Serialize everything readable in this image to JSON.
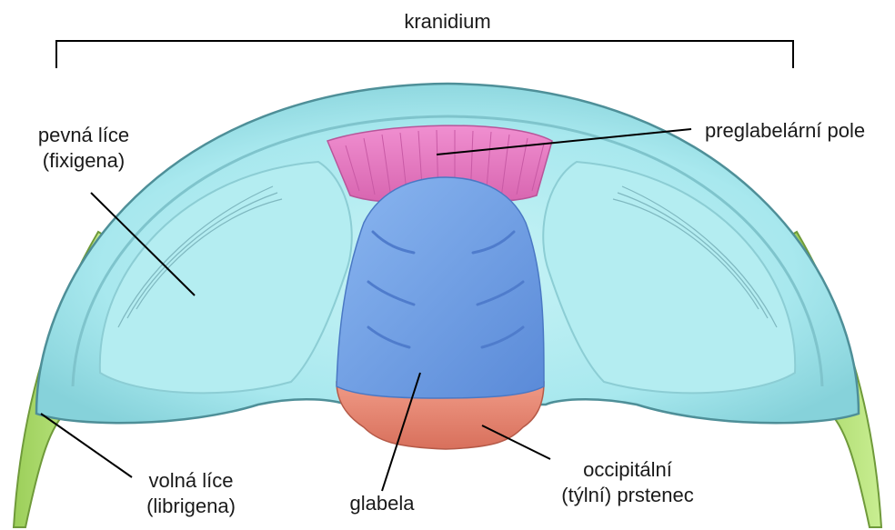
{
  "labels": {
    "kranidium": "kranidium",
    "fixigena_line1": "pevná líce",
    "fixigena_line2": "(fixigena)",
    "preglabellar": "preglabelární pole",
    "librigena_line1": "volná líce",
    "librigena_line2": "(librigena)",
    "glabela": "glabela",
    "occipital_line1": "occipitální",
    "occipital_line2": "(týlní) prstenec"
  },
  "colors": {
    "fixigena": "#a8e8ee",
    "fixigena_edge": "#6fb3bb",
    "librigena": "#b5e37a",
    "librigena_edge": "#6f9a3a",
    "preglabellar": "#e87fc4",
    "glabela": "#6f9fe8",
    "occipital": "#e88b78",
    "line": "#000000"
  }
}
